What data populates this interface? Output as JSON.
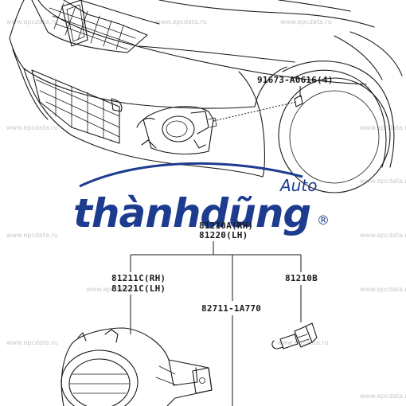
{
  "watermark_text": "www.epcdata.ru",
  "logo": {
    "main": "thànhdũng",
    "auto": "Auto",
    "registered": "®",
    "color": "#1d3c8f"
  },
  "parts": {
    "bolt": "91673-A0616(4)",
    "fog_lamp_assembly_rh": "81210A(RH)",
    "fog_lamp_assembly_lh": "81220(LH)",
    "lamp_unit_rh": "81211C(RH)",
    "lamp_unit_lh": "81221C(LH)",
    "wire": "82711-1A770",
    "bulb": "81210B"
  }
}
